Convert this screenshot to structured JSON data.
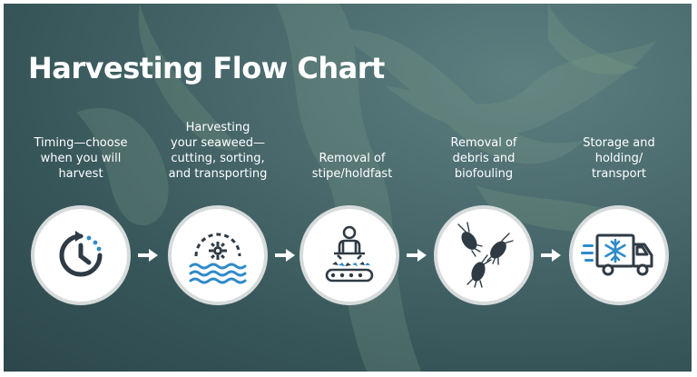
{
  "title": "Harvesting Flow Chart",
  "colors": {
    "dark": "#2f3b44",
    "accent": "#2e8bc9",
    "label": "#ffffff"
  },
  "steps": [
    {
      "label_lines": [
        "Timing—choose",
        "when you will",
        "harvest"
      ],
      "icon": "clock-icon"
    },
    {
      "label_lines": [
        "Harvesting",
        "your seaweed—",
        "cutting, sorting,",
        "and transporting"
      ],
      "icon": "cutting-gear-waves-icon"
    },
    {
      "label_lines": [
        "Removal of",
        "stipe/holdfast"
      ],
      "icon": "worker-conveyor-icon"
    },
    {
      "label_lines": [
        "Removal of",
        "debris and",
        "biofouling"
      ],
      "icon": "crustaceans-icon"
    },
    {
      "label_lines": [
        "Storage and",
        "holding/",
        "transport"
      ],
      "icon": "refrigerated-truck-icon"
    }
  ]
}
